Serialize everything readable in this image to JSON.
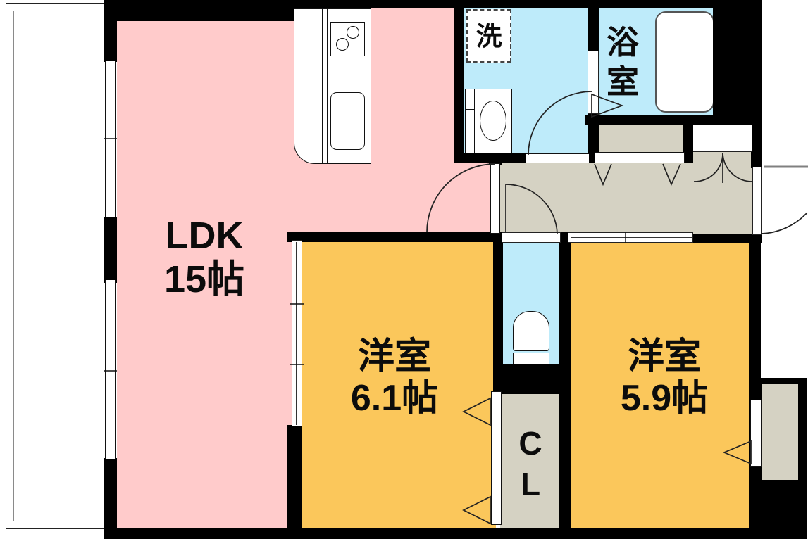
{
  "plan": {
    "type": "japanese-apartment-floorplan",
    "rooms": {
      "ldk": {
        "name": "LDK",
        "size": "15帖"
      },
      "bedroom1": {
        "name": "洋室",
        "size": "6.1帖"
      },
      "bedroom2": {
        "name": "洋室",
        "size": "5.9帖"
      },
      "bathroom": {
        "char1": "浴",
        "char2": "室"
      },
      "washer": {
        "label": "洗"
      },
      "closet": {
        "char1": "C",
        "char2": "L"
      }
    },
    "colors": {
      "ldk_floor": "#FFCBCB",
      "bedroom_floor": "#FBC75B",
      "wet_area_floor": "#BEEBFA",
      "hallway_floor": "#D5D2C3",
      "wall": "#000000",
      "exterior_line": "#808080"
    }
  }
}
